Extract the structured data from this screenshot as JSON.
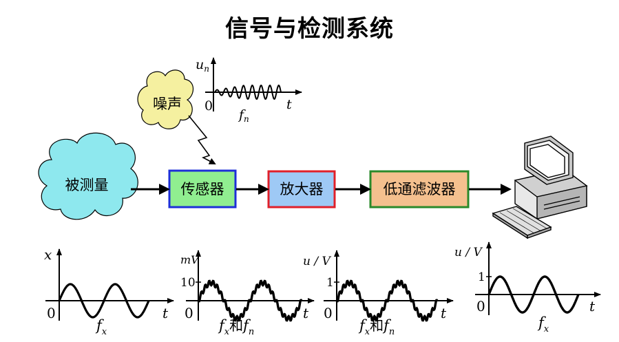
{
  "title": "信号与检测系统",
  "blocks": {
    "measurand": "被测量",
    "noise": "噪声",
    "sensor": "传感器",
    "amplifier": "放大器",
    "lowpass": "低通滤波器"
  },
  "noise_plot": {
    "y_label": "u",
    "y_sub": "n",
    "x_label": "t",
    "origin": "0",
    "caption": "f",
    "caption_sub": "n"
  },
  "plots": [
    {
      "y_label": "x",
      "origin": "0",
      "x_label": "t",
      "tick": "",
      "caption_a": "f",
      "caption_a_sub": "x",
      "caption_mid": "",
      "caption_b": "",
      "caption_b_sub": ""
    },
    {
      "y_label": "mV",
      "origin": "0",
      "x_label": "t",
      "tick": "10",
      "caption_a": "f",
      "caption_a_sub": "x",
      "caption_mid": "和",
      "caption_b": "f",
      "caption_b_sub": "n"
    },
    {
      "y_label": "u / V",
      "origin": "0",
      "x_label": "t",
      "tick": "1",
      "caption_a": "f",
      "caption_a_sub": "x",
      "caption_mid": "和",
      "caption_b": "f",
      "caption_b_sub": "n"
    },
    {
      "y_label": "u / V",
      "origin": "0",
      "x_label": "t",
      "tick": "1",
      "caption_a": "f",
      "caption_a_sub": "x",
      "caption_mid": "",
      "caption_b": "",
      "caption_b_sub": ""
    }
  ],
  "colors": {
    "cloud_cyan": "#8ee8ee",
    "cloud_yellow": "#f5f0a0",
    "sensor_border": "#1d2fd8",
    "sensor_fill": "#90ee90",
    "amp_border": "#e0202a",
    "amp_fill": "#9ec9f5",
    "lpf_border": "#2a8a2a",
    "lpf_fill": "#f4c08e"
  },
  "icons": {
    "computer": "computer-icon",
    "lightning": "lightning-icon"
  }
}
